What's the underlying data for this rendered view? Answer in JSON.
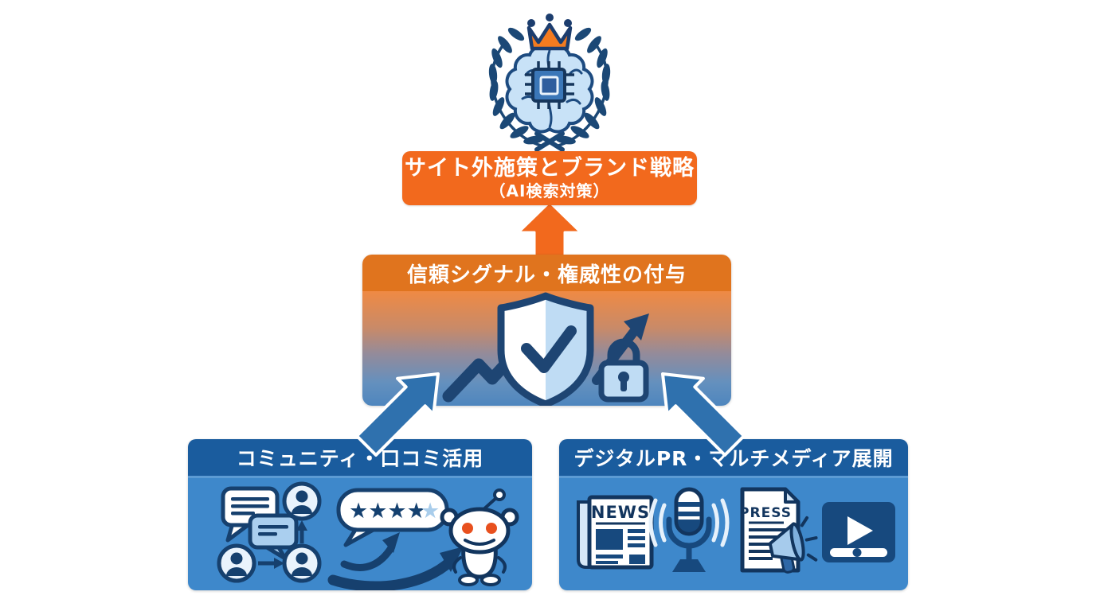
{
  "logo": {
    "icons": [
      "crown-icon",
      "laurel-wreath-icon",
      "ai-brain-chip-icon"
    ]
  },
  "top_box": {
    "title": "サイト外施策とブランド戦略",
    "subtitle": "（AI検索対策）"
  },
  "middle_box": {
    "title": "信頼シグナル・権威性の付与",
    "icons": [
      "trend-zigzag-arrow-icon",
      "shield-check-icon",
      "growth-arrow-icon",
      "padlock-icon"
    ]
  },
  "bottom_left_box": {
    "title": "コミュニティ・口コミ活用",
    "icons": [
      "chat-bubbles-icon",
      "user-network-icon",
      "review-stars-bubble-icon",
      "swoosh-arrows-icon",
      "reddit-alien-icon"
    ],
    "review": {
      "full_stars": "★★★★",
      "half_star": "★"
    }
  },
  "bottom_right_box": {
    "title": "デジタルPR・マルチメディア展開",
    "icons": [
      "newspaper-icon",
      "podcast-microphone-icon",
      "press-release-megaphone-icon",
      "video-player-icon"
    ],
    "news_label": "NEWS",
    "press_label": "PRESS"
  },
  "connectors": {
    "up_arrow": "orange-block-arrow",
    "left_arrow": "blue-diagonal-arrow",
    "right_arrow": "blue-diagonal-arrow"
  },
  "colors": {
    "orange": "#F2691D",
    "orange_header": "#E0741E",
    "navy": "#1E4573",
    "light_blue": "#BFDCF4",
    "bottom_header_blue": "#1A5C9E",
    "bottom_body_blue": "#3E88CB",
    "arrow_blue": "#2F71AE",
    "reddit_eye_orange": "#E8501E"
  }
}
